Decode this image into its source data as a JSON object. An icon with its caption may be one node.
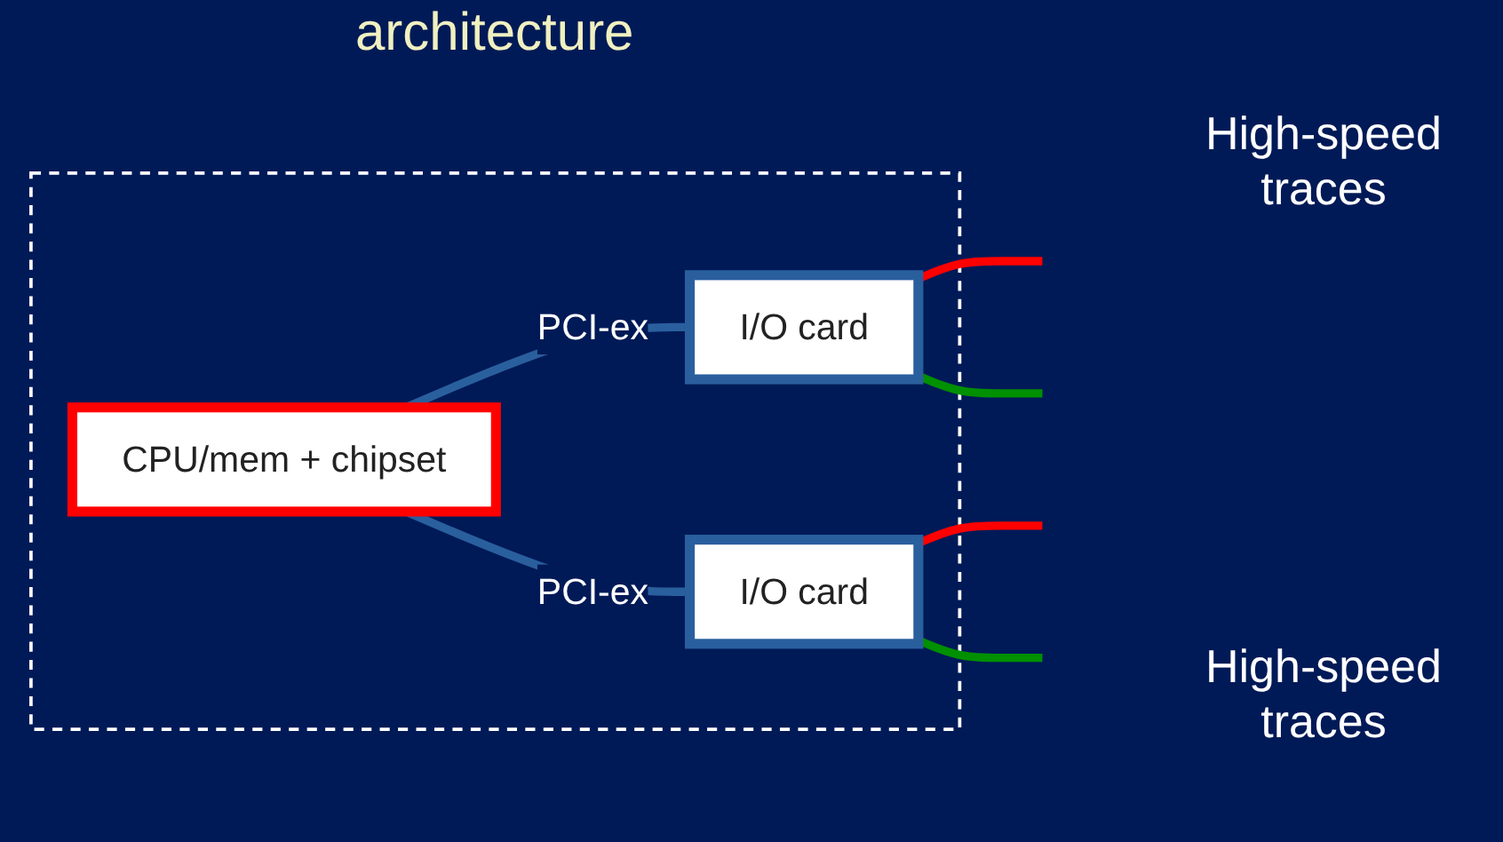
{
  "diagram": {
    "title": "architecture",
    "nodes": [
      {
        "text": [],
        "shape": "box"
      },
      {
        "text": [
          "CPU/mem + chipset"
        ],
        "in": 0
      },
      {
        "text": [
          "I/O card"
        ],
        "in": 0
      },
      {
        "text": [
          "I/O card"
        ],
        "in": 0
      }
    ],
    "edges": [
      {
        "from": 1,
        "to": 2,
        "arrow": "none",
        "label": "PCI-ex"
      },
      {
        "from": 1,
        "to": 3,
        "arrow": "none",
        "label": "PCI-ex"
      },
      {
        "from": 2,
        "to": null,
        "arrow": "none",
        "color": "#ff0000"
      },
      {
        "from": 2,
        "to": null,
        "arrow": "none",
        "color": "#009000"
      },
      {
        "from": 3,
        "to": null,
        "arrow": "none",
        "color": "#ff0000"
      },
      {
        "from": 3,
        "to": null,
        "arrow": "none",
        "color": "#009000"
      }
    ],
    "labels": [
      "High-speed traces",
      "High-speed traces"
    ]
  }
}
